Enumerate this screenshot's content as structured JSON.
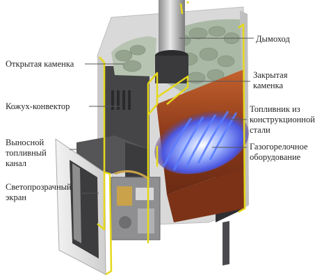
{
  "labels": {
    "open_stone": "Открытая каменка",
    "chimney": "Дымоход",
    "closed_stone": [
      "Закрытая",
      "каменка"
    ],
    "convector": "Кожух-конвектор",
    "firebox": [
      "Топливник из",
      "конструкционной",
      "стали"
    ],
    "fuel_channel": [
      "Выносной",
      "топливный",
      "канал"
    ],
    "gas_burner": [
      "Газогорелочное",
      "оборудование"
    ],
    "screen": [
      "Светопрозрачный",
      "экран"
    ]
  },
  "colors": {
    "outline": "#e6d81a",
    "flame": "#4a6cf0",
    "firebox": "#8a3a1a",
    "steel": "#3a3a3e",
    "stone": "#aab8a6"
  }
}
